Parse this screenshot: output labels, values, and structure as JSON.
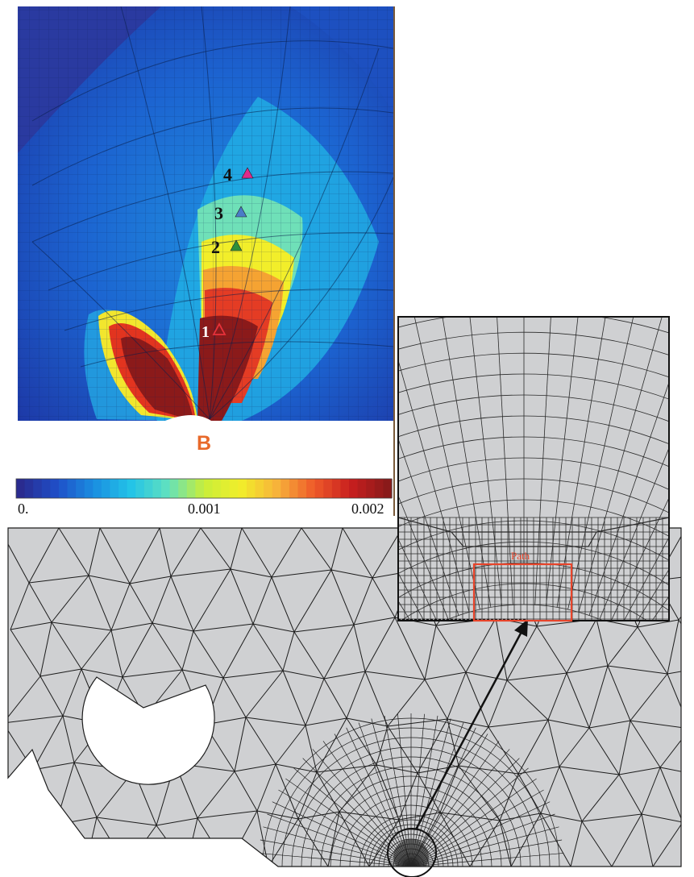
{
  "strain_map": {
    "point_labels": [
      "1",
      "2",
      "3",
      "4"
    ],
    "point_colors": [
      "#e8323a",
      "#2f8f3a",
      "#4a7cc7",
      "#e02a8a"
    ],
    "location_label": "B",
    "location_label_color": "#e8692a"
  },
  "colorbar": {
    "ticks": [
      "0.",
      "0.001",
      "0.002"
    ],
    "palette": [
      "#2a2b8f",
      "#1f4fc8",
      "#1a8ee0",
      "#23c3e8",
      "#5fe0c0",
      "#c8ee3a",
      "#f2ee2a",
      "#f7b23a",
      "#ee5a2a",
      "#c81e1e",
      "#8a1a1a"
    ]
  },
  "inset": {
    "path_label": "Path",
    "path_color": "#e8442a"
  },
  "mesh": {
    "fill_color": "#cfd0d2",
    "line_color": "#1c1c1c"
  }
}
